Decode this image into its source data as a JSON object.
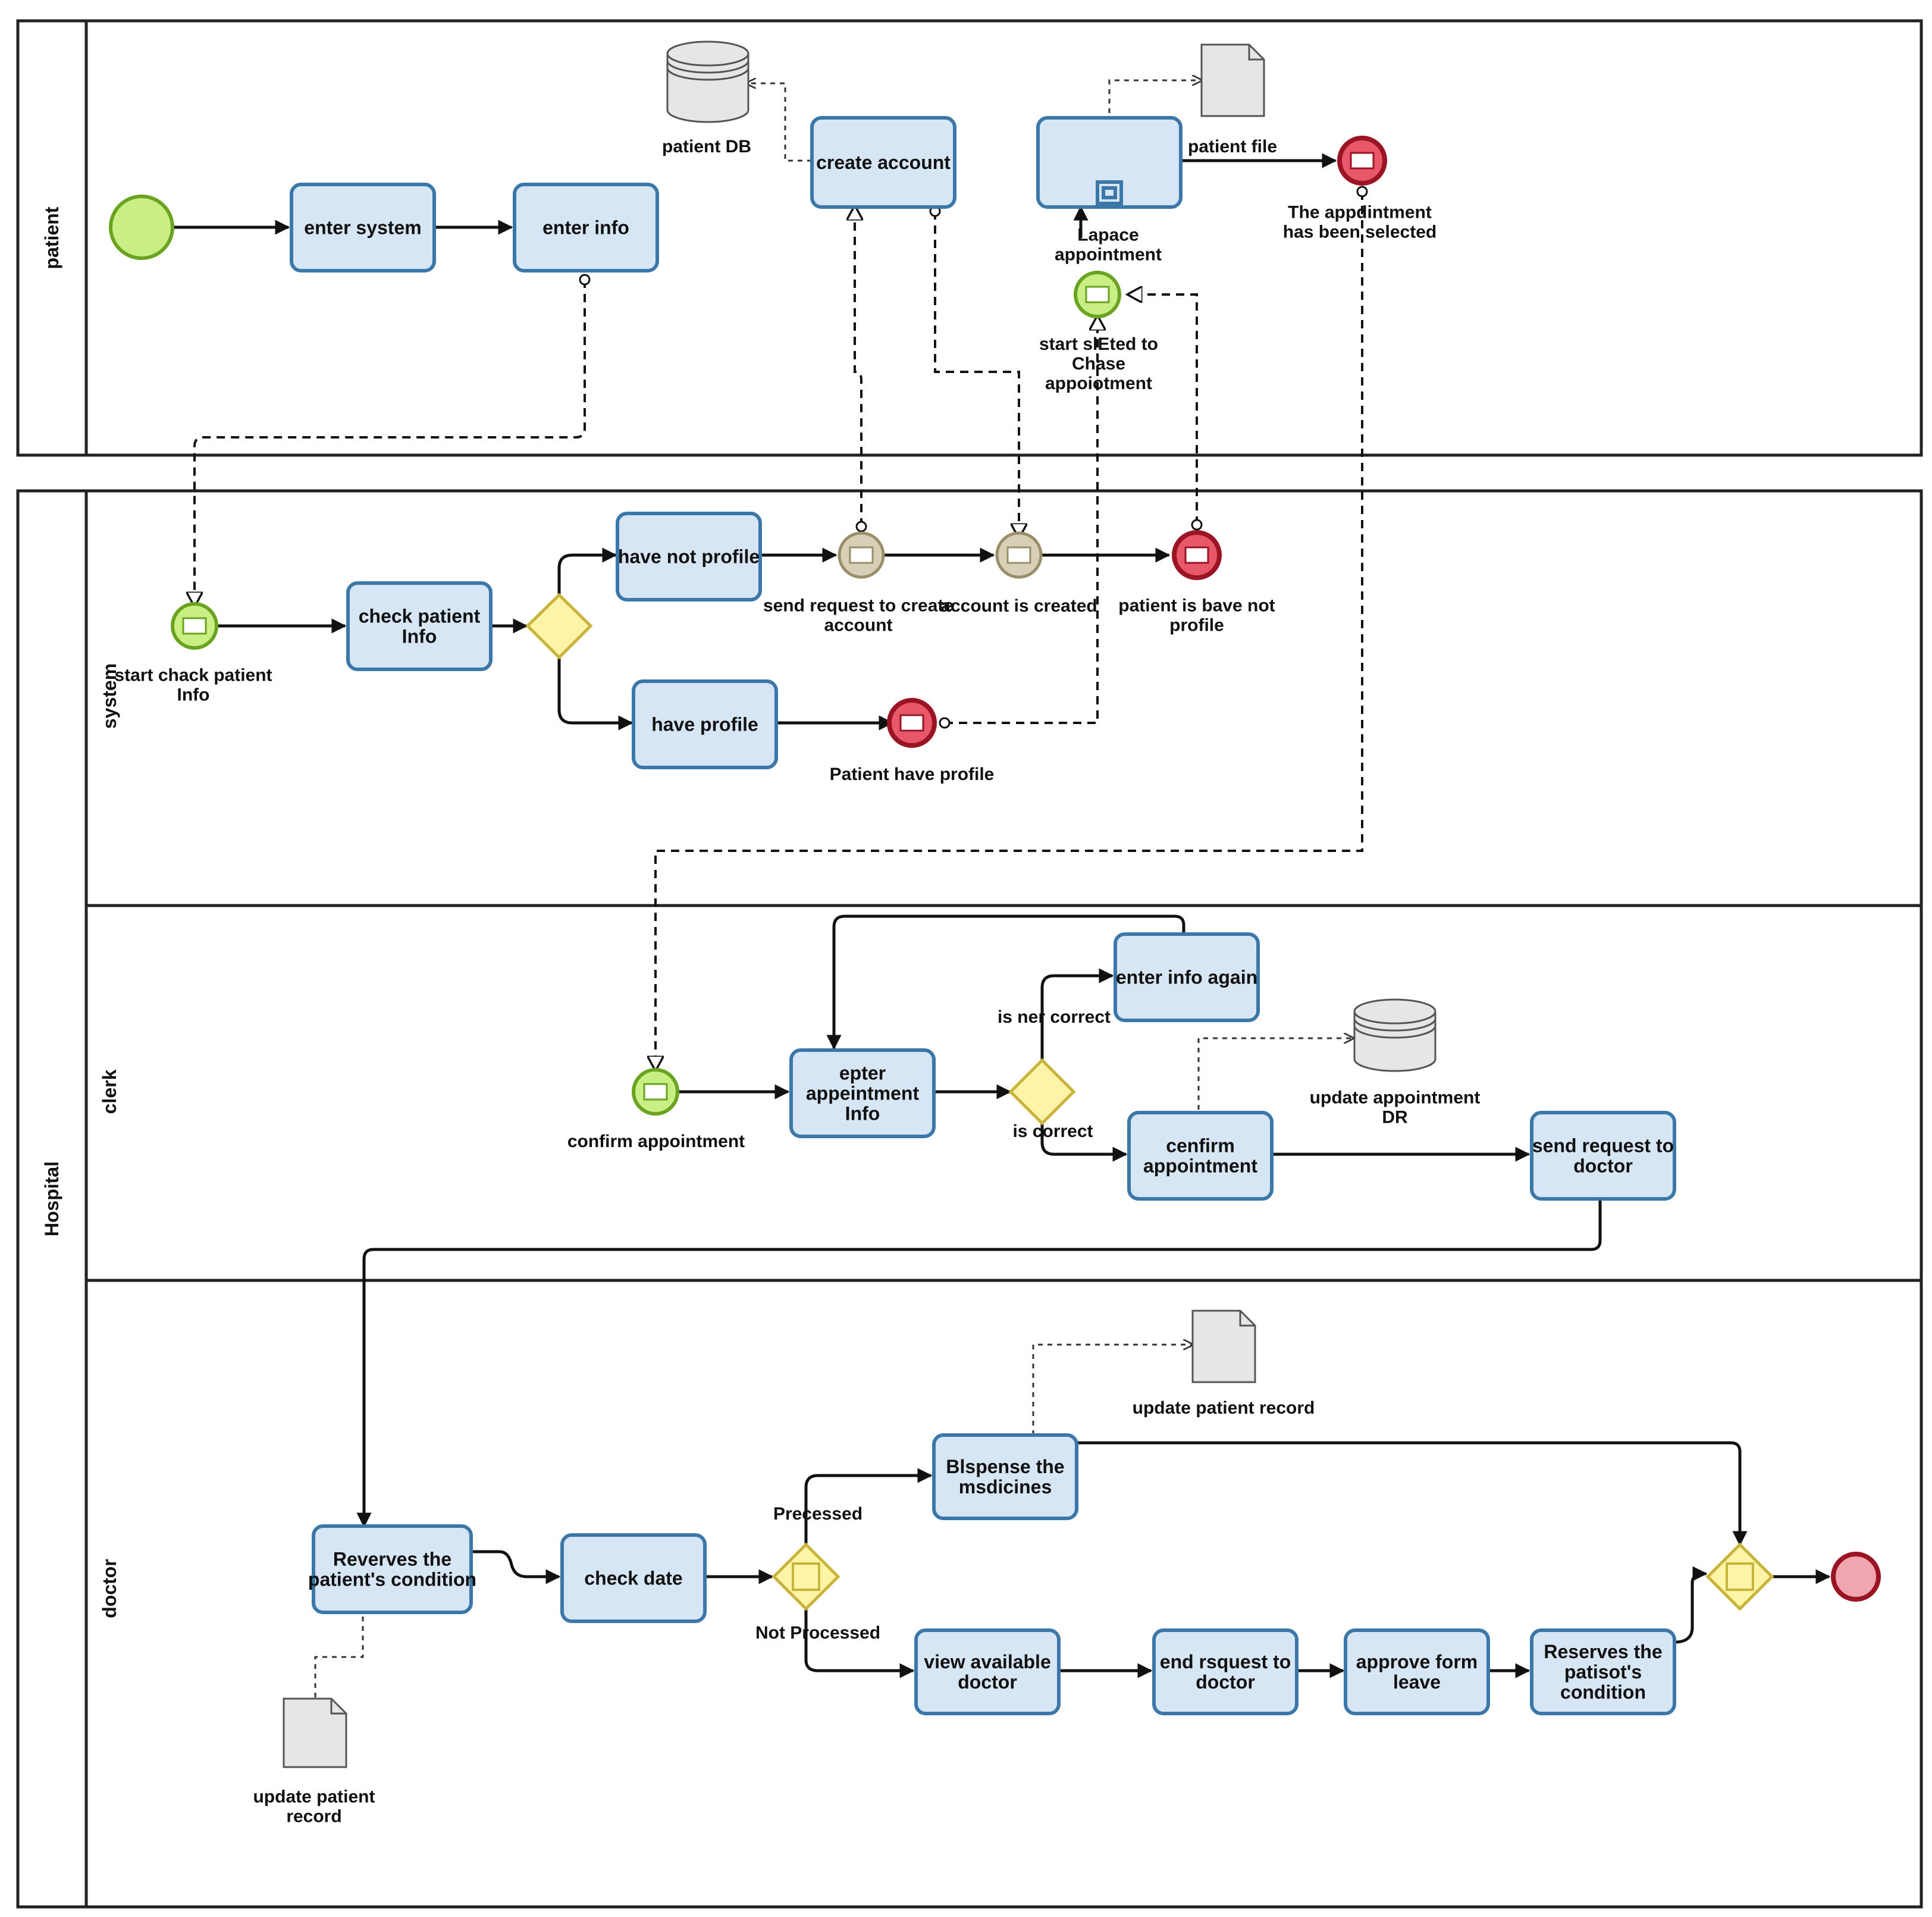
{
  "pools": {
    "patient": {
      "title": "patient"
    },
    "hospital": {
      "title": "Hospital",
      "lanes": {
        "system": "system",
        "clerk": "clerk",
        "doctor": "doctor"
      }
    }
  },
  "tasks": {
    "enter_system": [
      "enter system"
    ],
    "enter_info": [
      "enter info"
    ],
    "create_account": [
      "create account"
    ],
    "place_appointment": [
      ""
    ],
    "check_patient_info": [
      "check patient",
      "Info"
    ],
    "have_not_profile": [
      "have not profile"
    ],
    "have_profile": [
      "have profile"
    ],
    "enter_info_again": [
      "enter info again"
    ],
    "enter_appointment_info": [
      "epter",
      "appeintment",
      "Info"
    ],
    "confirm_appointment_task": [
      "cenfirm",
      "appointment"
    ],
    "send_request_to_doctor": [
      "send request to",
      "doctor"
    ],
    "reserves_condition": [
      "Reverves the",
      "patient's condition"
    ],
    "check_date": [
      "check date"
    ],
    "dispense_medicines": [
      "Blspense the",
      "msdicines"
    ],
    "view_available_doctor": [
      "view available",
      "doctor"
    ],
    "end_request_to_doctor": [
      "end rsquest to",
      "doctor"
    ],
    "approve_form_leave": [
      "approve form",
      "leave"
    ],
    "reserves_condition_2": [
      "Reserves the",
      "patisot's",
      "condition"
    ]
  },
  "labels": {
    "patient_db": [
      "patient DB"
    ],
    "patient_file": [
      "patient file"
    ],
    "appointment_selected": [
      "The appdintment",
      "has been selected"
    ],
    "place_appointment": [
      "Lapace",
      "appointment"
    ],
    "start_selected_to_chase": [
      "start slEted to",
      "Chase",
      "appoiotment"
    ],
    "start_check_patient_info": [
      "start chack patient",
      "Info"
    ],
    "send_request_to_create_account": [
      "send request to create",
      "account"
    ],
    "account_is_created": [
      "account is created"
    ],
    "patient_have_not_profile": [
      "patient is bave not",
      "profile"
    ],
    "patient_have_profile": [
      "Patient have profile"
    ],
    "confirm_appointment_event": [
      "confirm appointment"
    ],
    "is_not_correct": [
      "is ner correct"
    ],
    "is_correct": [
      "is correct"
    ],
    "update_appointment_db": [
      "update appointment",
      "DR"
    ],
    "update_patient_record_top": [
      "update patient record"
    ],
    "update_patient_record_bottom": [
      "update patient",
      "record"
    ],
    "processed": [
      "Precessed"
    ],
    "not_processed": [
      "Not Processed"
    ]
  },
  "colors": {
    "task_fill": "#d7e6f5",
    "task_stroke": "#3b78a9",
    "start_fill": "#c8ee84",
    "end_fill": "#e9576a",
    "gateway_fill": "#fdf4a8"
  }
}
